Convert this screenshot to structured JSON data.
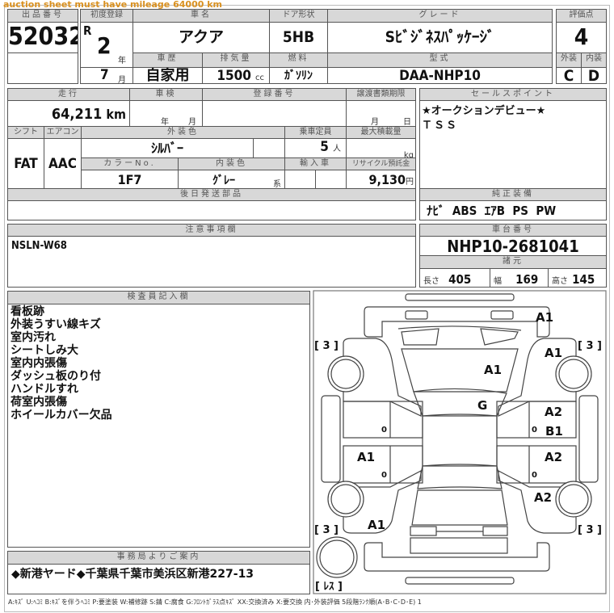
{
  "banner": "auction sheet must have mileage 64000 km",
  "header": {
    "lot_no_label": "出品番号",
    "lot_no": "52032",
    "first_reg_label": "初度登録",
    "era": "R",
    "year": "2",
    "year_unit": "年",
    "month": "7",
    "month_unit": "月",
    "car_name_label": "車名",
    "car_name": "アクア",
    "door_label": "ドア形状",
    "door": "5HB",
    "grade_label": "グレード",
    "grade": "Sﾋﾞｼﾞﾈｽﾊﾟｯｹｰｼﾞ",
    "score_label": "評価点",
    "score": "4",
    "history_label": "車歴",
    "history": "自家用",
    "displacement_label": "排気量",
    "displacement": "1500",
    "displacement_unit": "cc",
    "fuel_label": "燃料",
    "fuel": "ｶﾞｿﾘﾝ",
    "model_label": "型式",
    "model": "DAA-NHP10",
    "exterior_label": "外装",
    "exterior": "C",
    "interior_label": "内装",
    "interior": "D"
  },
  "details": {
    "mileage_label": "走行",
    "mileage": "64,211",
    "mileage_unit": "km",
    "inspection_label": "車検",
    "inspection_year_unit": "年",
    "inspection_month_unit": "月",
    "reg_no_label": "登録番号",
    "transfer_label": "譲渡書類期限",
    "transfer_month_unit": "月",
    "transfer_day_unit": "日",
    "shift_label": "シフト",
    "shift": "FAT",
    "ac_label": "エアコン",
    "ac": "AAC",
    "color_label": "外装色",
    "color": "ｼﾙﾊﾞｰ",
    "capacity_label": "乗車定員",
    "capacity": "5",
    "capacity_unit": "人",
    "load_label": "最大積載量",
    "load_unit": "kg",
    "color_no_label": "カラーNo.",
    "color_no": "1F7",
    "interior_color_label": "内装色",
    "interior_color": "ｸﾞﾚｰ",
    "interior_color_suffix": "系",
    "import_label": "輸入車",
    "recycle_label": "リサイクル預託金",
    "recycle": "9,130",
    "recycle_unit": "円",
    "later_parts_label": "後日発送部品"
  },
  "sales_points": {
    "label": "セールスポイント",
    "lines": [
      "★オークションデビュー★",
      "ＴＳＳ"
    ]
  },
  "equipment": {
    "label": "純正装備",
    "value": "ﾅﾋﾞ  ABS  ｴｱB  PS  PW"
  },
  "notes": {
    "label": "注意事項欄",
    "value": "NSLN-W68"
  },
  "chassis": {
    "label": "車台番号",
    "value": "NHP10-2681041",
    "spec_label": "諸元",
    "length_label": "長さ",
    "length": "405",
    "width_label": "幅",
    "width": "169",
    "height_label": "高さ",
    "height": "145"
  },
  "inspector": {
    "label": "検査員記入欄",
    "lines": [
      "看板跡",
      "外装うすい線キズ",
      "室内汚れ",
      "シートしみ大",
      "室内内張傷",
      "ダッシュ板のり付",
      "ハンドルすれ",
      "荷室内張傷",
      "ホイールカバー欠品"
    ]
  },
  "office": {
    "label": "事務局よりご案内",
    "value": "◆新港ヤード◆千葉県千葉市美浜区新港227-13"
  },
  "diagram": {
    "marks": [
      "A1",
      "A1",
      "A1",
      "G",
      "A2",
      "B1",
      "A1",
      "A2",
      "A2",
      "A1"
    ],
    "tread": "[ 3 ]",
    "spare": "[ ﾚｽ ]",
    "zero": "0"
  },
  "legend": "A:ｷｽﾞ U:ﾍｺﾐ B:ｷｽﾞを伴うﾍｺﾐ P:要塗装 W:補修跡 S:錆 C:腐食 G:ﾌﾛﾝﾄｶﾞﾗｽ点ｷｽﾞ XX:交換済み X:要交換 内･外装評価 5段階ﾗﾝｸ順(A･B･C･D･E) 1"
}
